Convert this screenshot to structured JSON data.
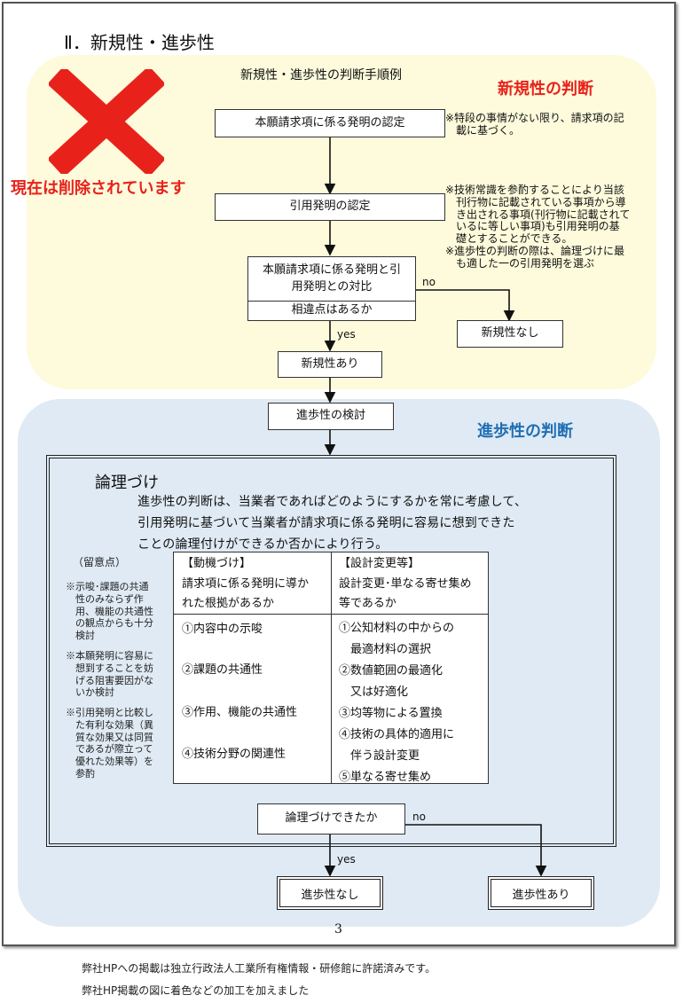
{
  "heading": "Ⅱ．新規性・進歩性",
  "diagram_title": "新規性・進歩性の判断手順例",
  "novelty_label": "新規性の判断",
  "inventive_label": "進歩性の判断",
  "deleted_label": "現在は削除されています",
  "flow": {
    "step1": "本願請求項に係る発明の認定",
    "step2": "引用発明の認定",
    "step3_line1": "本願請求項に係る発明と引",
    "step3_line2": "用発明との対比",
    "step3_q": "相違点はあるか",
    "no_novelty": "新規性なし",
    "has_novelty": "新規性あり",
    "inv_review": "進歩性の検討",
    "logic_q": "論理づけできたか",
    "no_inv": "進歩性なし",
    "has_inv": "進歩性あり",
    "no1": "no",
    "yes1": "yes",
    "no2": "no",
    "yes2": "yes"
  },
  "notes": {
    "n1": "※特段の事情がない限り、請求項の記載に基づく。",
    "n1_l1": "※特段の事情がない限り、請求項の記",
    "n1_l2": "　載に基づく。",
    "n2_l1": "※技術常識を参酌することにより当該",
    "n2_l2": "　刊行物に記載されている事項から導",
    "n2_l3": "　き出される事項(刊行物に記載されて",
    "n2_l4": "　いるに等しい事項)も引用発明の基",
    "n2_l5": "　礎とすることができる。",
    "n3_l1": "※進歩性の判断の際は、論理づけに最",
    "n3_l2": "　も適した一の引用発明を選ぶ"
  },
  "logic": {
    "title": "論理づけ",
    "line1": "進歩性の判断は、当業者であればどのようにするかを常に考慮して、",
    "line2": "引用発明に基づいて当業者が請求項に係る発明に容易に想到できた",
    "line3": "ことの論理付けができるか否かにより行う。",
    "remarks_title": "（留意点）",
    "r1_l1": "※示唆･課題の共通",
    "r1_l2": "　性のみならず作",
    "r1_l3": "　用、機能の共通性",
    "r1_l4": "　の観点からも十分",
    "r1_l5": "　検討",
    "r2_l1": "※本願発明に容易に",
    "r2_l2": "　想到することを妨",
    "r2_l3": "　げる阻害要因がな",
    "r2_l4": "　いか検討",
    "r3_l1": "※引用発明と比較し",
    "r3_l2": "　た有利な効果（異",
    "r3_l3": "　質な効果又は同質",
    "r3_l4": "　であるが際立って",
    "r3_l5": "　優れた効果等）を",
    "r3_l6": "　参酌"
  },
  "table": {
    "col1_head": "【動機づけ】",
    "col1_sub1": "請求項に係る発明に導か",
    "col1_sub2": "れた根拠があるか",
    "col2_head": "【設計変更等】",
    "col2_sub1": "設計変更･単なる寄せ集め",
    "col2_sub2": "等であるか",
    "col1_items": [
      "①内容中の示唆",
      "②課題の共通性",
      "③作用、機能の共通性",
      "④技術分野の関連性"
    ],
    "col2_items": [
      "①公知材料の中からの",
      "　最適材料の選択",
      "②数値範囲の最適化",
      "　又は好適化",
      "③均等物による置換",
      "④技術の具体的適用に",
      "　伴う設計変更",
      "⑤単なる寄せ集め"
    ]
  },
  "page_number": "3",
  "footer": {
    "line1": "弊社HPへの掲載は独立行政法人工業所有権情報・研修館に許諾済みです。",
    "line2": "弊社HP掲載の図に着色などの加工を加えました"
  },
  "colors": {
    "red": "#e8221b",
    "blue": "#1f6fb4",
    "yellow_zone": "#fdfbdc",
    "blue_zone": "#dfeaf4"
  }
}
